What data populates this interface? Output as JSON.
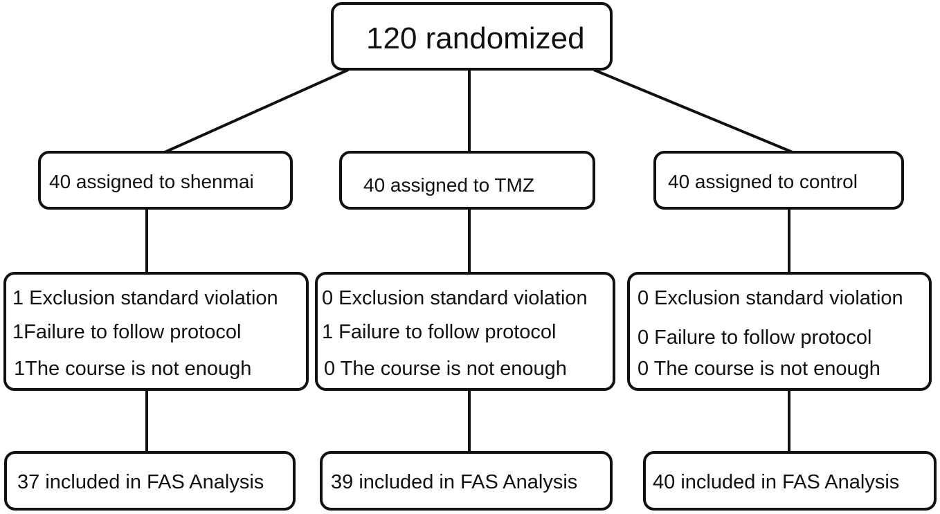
{
  "root": {
    "label": "120 randomized"
  },
  "groups": [
    {
      "label": "40 assigned to shenmai"
    },
    {
      "label": "40 assigned to TMZ"
    },
    {
      "label": "40 assigned to control"
    }
  ],
  "exclusions": [
    {
      "lines": [
        "1 Exclusion standard violation",
        "1Failure to follow protocol",
        "1The course  is not enough"
      ]
    },
    {
      "lines": [
        "0 Exclusion standard violation",
        "1 Failure to follow protocol",
        "0 The course  is not enough"
      ]
    },
    {
      "lines": [
        "0 Exclusion standard violation",
        "0 Failure to follow protocol",
        "0 The course  is not enough"
      ]
    }
  ],
  "results": [
    {
      "label": "37 included in FAS Analysis"
    },
    {
      "label": "39 included in FAS Analysis"
    },
    {
      "label": "40 included in FAS Analysis"
    }
  ]
}
